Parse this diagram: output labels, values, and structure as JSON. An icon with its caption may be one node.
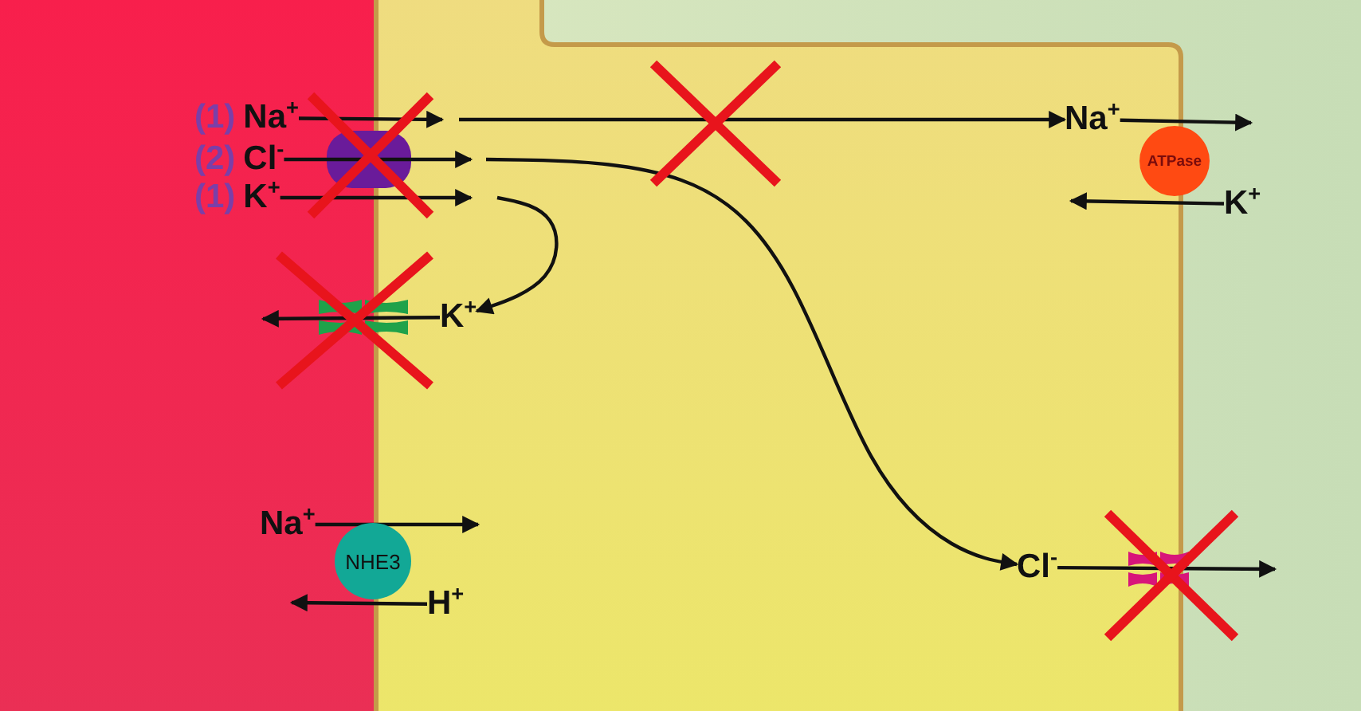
{
  "diagram": {
    "nodes": [
      {
        "text": [
          "(1)",
          "Na$^{+}$"
        ]
      },
      {
        "text": [
          "(2)",
          "Cl$^{-}$"
        ]
      },
      {
        "text": [
          "(1)",
          "K$^{+}$"
        ]
      },
      {
        "text": [],
        "shape": "box"
      },
      {
        "text": [
          "Na$^{+}$"
        ]
      },
      {
        "text": [
          "ATPase"
        ]
      },
      {
        "text": [
          "K$^{+}$"
        ]
      },
      {
        "text": [],
        "shape": "channel"
      },
      {
        "text": [
          "K$^{+}$"
        ]
      },
      {
        "text": [
          "Na$^{+}$"
        ]
      },
      {
        "text": [
          "NHE3"
        ]
      },
      {
        "text": [
          "H$^{+}$"
        ]
      },
      {
        "text": [
          "Cl$^{-}$"
        ]
      },
      {
        "text": [],
        "shape": "channel"
      }
    ],
    "edges": [
      {
        "from": 0,
        "to": 3,
        "arrow": "to"
      },
      {
        "from": 1,
        "to": 3,
        "arrow": "to"
      },
      {
        "from": 2,
        "to": 3,
        "arrow": "to"
      },
      {
        "from": null,
        "to": 4,
        "arrow": "to"
      },
      {
        "from": null,
        "to": 12,
        "arrow": "to"
      },
      {
        "from": null,
        "to": 8,
        "arrow": "to"
      },
      {
        "from": 4,
        "to": 5,
        "arrow": "to"
      },
      {
        "from": 6,
        "to": null,
        "arrow": "to"
      },
      {
        "from": 8,
        "to": 7,
        "arrow": "to"
      },
      {
        "from": 9,
        "to": null,
        "arrow": "to"
      },
      {
        "from": 11,
        "to": 10,
        "arrow": "to"
      },
      {
        "from": 12,
        "to": 13,
        "arrow": "to"
      }
    ]
  }
}
